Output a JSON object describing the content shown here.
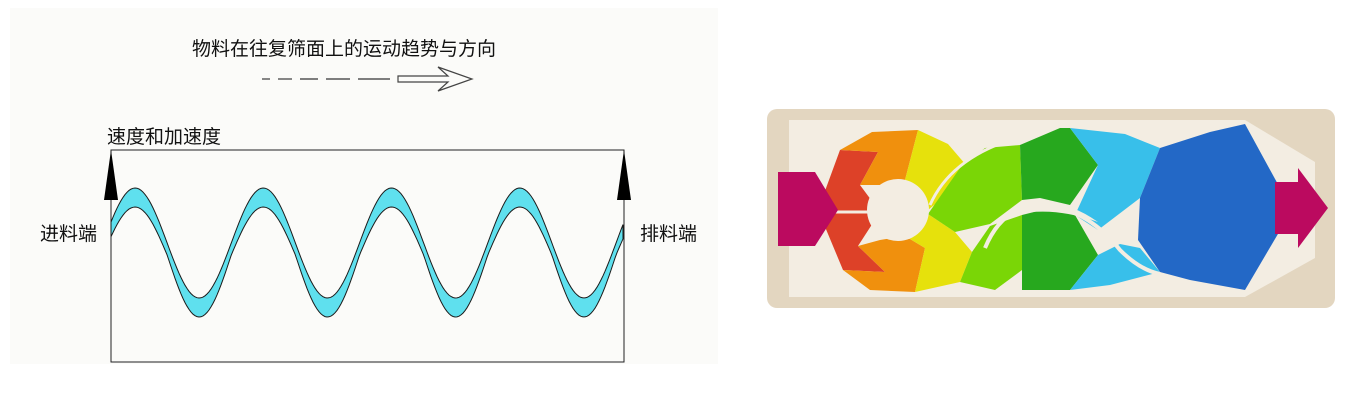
{
  "left_diagram": {
    "title": "物料在往复筛面上的运动趋势与方向",
    "y_label": "速度和加速度",
    "inlet_label": "进料端",
    "outlet_label": "排料端",
    "colors": {
      "band_fill": "#5fe0ee",
      "band_stroke": "#1b1b1b",
      "arrow": "#000000"
    },
    "wave_cycles": 4
  },
  "right_diagram": {
    "colors": {
      "housing_outer": "#e3d6c0",
      "housing_inner": "#f3ede2",
      "arrow": "#bb0a5f",
      "red": "#dd4128",
      "orange": "#f0900d",
      "yellow": "#e6e10c",
      "lime": "#7ad606",
      "green": "#27a81e",
      "cyan": "#38bfea",
      "blue": "#2368c6"
    }
  }
}
